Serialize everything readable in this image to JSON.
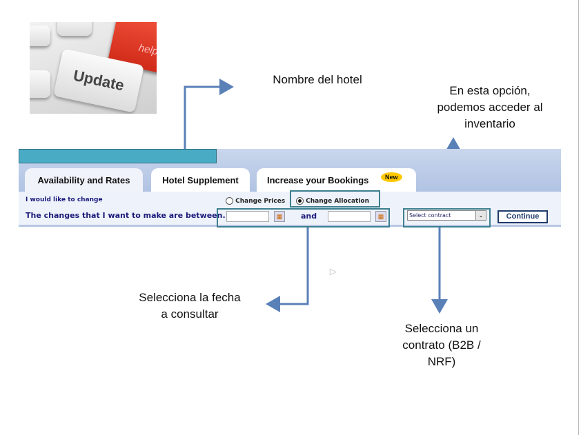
{
  "image": {
    "key_label": "Update",
    "red_key_label": "help"
  },
  "annotations": {
    "hotel_name": "Nombre del hotel",
    "inventory": [
      "En esta opción,",
      "podemos acceder al",
      "inventario"
    ],
    "date": [
      "Selecciona la fecha",
      "a consultar"
    ],
    "contract": [
      "Selecciona un",
      "contrato (B2B /",
      "NRF)"
    ]
  },
  "tabs": [
    {
      "label": "Availability and Rates"
    },
    {
      "label": "Hotel Supplement"
    },
    {
      "label": "Increase your Bookings",
      "badge": "New"
    }
  ],
  "form": {
    "prompt": "I would like to change",
    "options": [
      {
        "label": "Change Prices",
        "selected": false
      },
      {
        "label": "Change Allocation",
        "selected": true
      }
    ],
    "between_label": "The changes that I want to make are between.",
    "and_label": "and",
    "date_from": "",
    "date_to": "",
    "contract_select": "Select contract",
    "continue_label": "Continue"
  },
  "colors": {
    "arrow": "#5a80b8",
    "highlight": "#3c7f8f",
    "teal": "#4aabc4"
  }
}
